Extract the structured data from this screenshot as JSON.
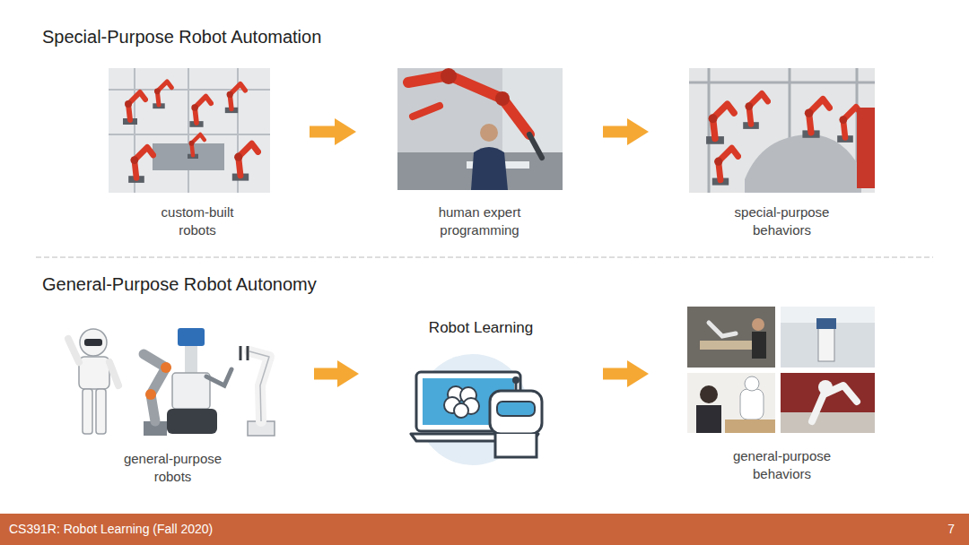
{
  "diagram": {
    "nodes": [
      {
        "text": [
          "custom-built robots"
        ]
      },
      {
        "text": [
          "human expert programming"
        ]
      },
      {
        "text": [
          "special-purpose behaviors"
        ]
      },
      {
        "text": [
          "general-purpose robots"
        ]
      },
      {
        "text": [
          "Robot Learning"
        ]
      },
      {
        "text": [
          "general-purpose behaviors"
        ]
      }
    ],
    "edges": [
      {
        "from": 0,
        "to": 1,
        "arrow": "to"
      },
      {
        "from": 1,
        "to": 2,
        "arrow": "to"
      },
      {
        "from": 3,
        "to": 4,
        "arrow": "to"
      },
      {
        "from": 4,
        "to": 5,
        "arrow": "to"
      }
    ],
    "labels": [
      "Special-Purpose Robot Automation",
      "General-Purpose Robot Autonomy",
      "CS391R: Robot Learning (Fall 2020)",
      "7"
    ]
  }
}
